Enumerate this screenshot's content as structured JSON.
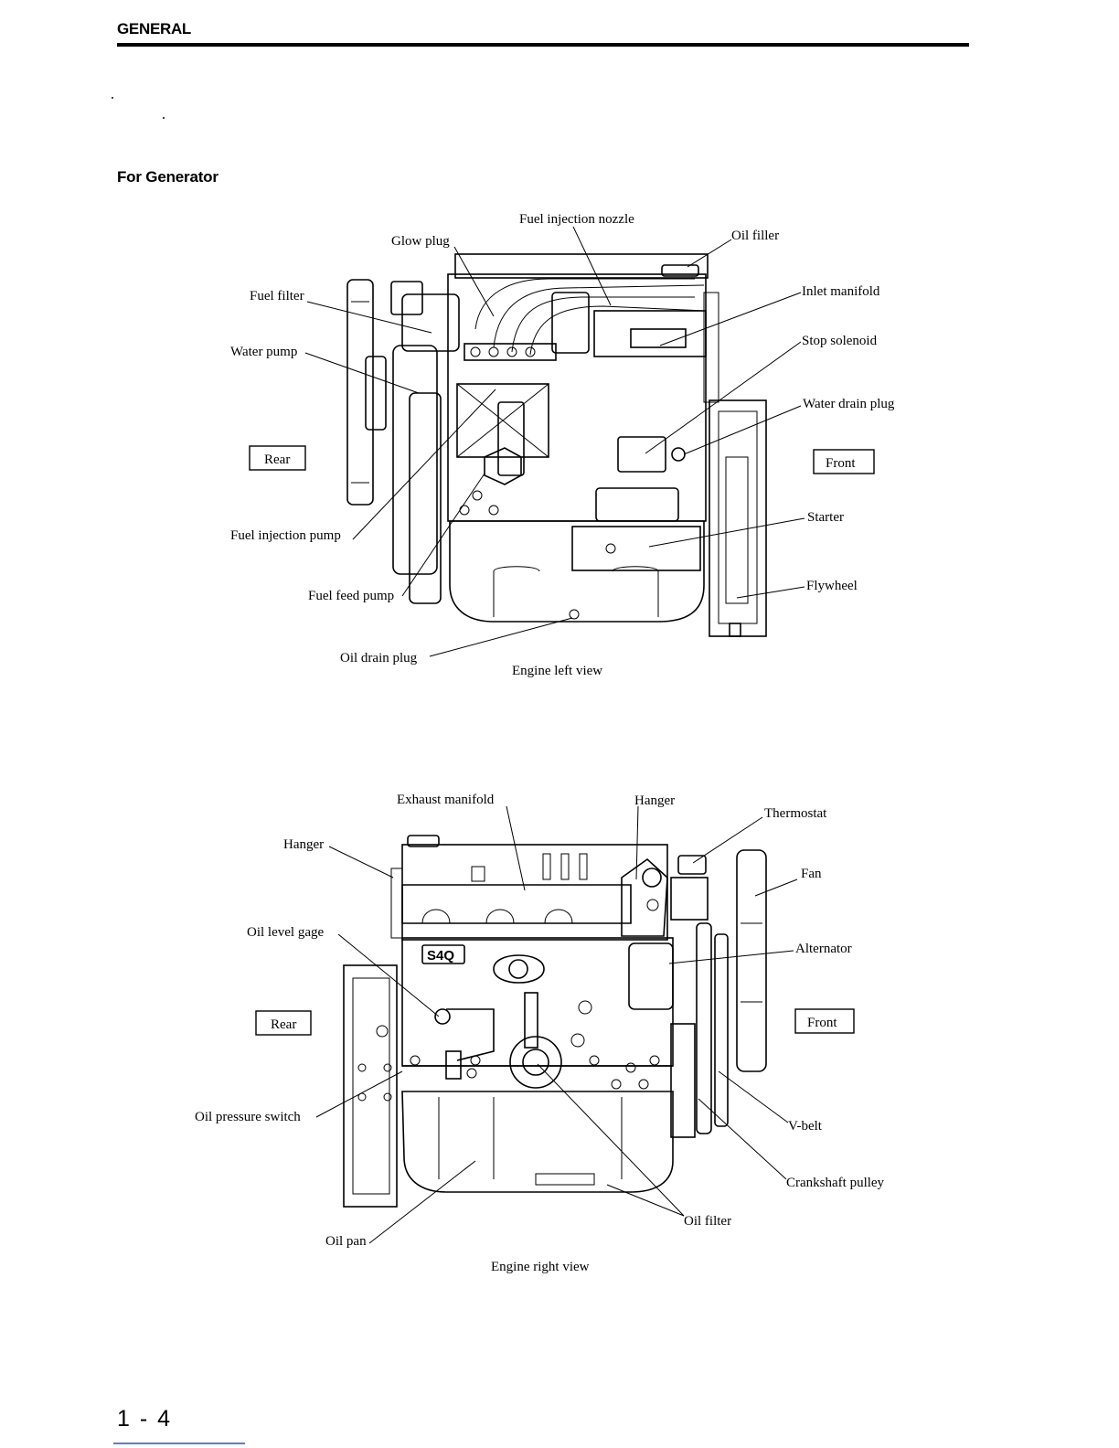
{
  "header": {
    "section": "GENERAL"
  },
  "subtitle": "For Generator",
  "page_number": "1 - 4",
  "left_view": {
    "caption": "Engine left view",
    "rear_label": "Rear",
    "front_label": "Front",
    "labels": {
      "fuel_injection_nozzle": "Fuel injection nozzle",
      "glow_plug": "Glow plug",
      "oil_filler": "Oil filler",
      "fuel_filter": "Fuel filter",
      "inlet_manifold": "Inlet manifold",
      "stop_solenoid": "Stop solenoid",
      "water_pump": "Water pump",
      "water_drain_plug": "Water drain plug",
      "starter": "Starter",
      "fuel_injection_pump": "Fuel injection pump",
      "flywheel": "Flywheel",
      "fuel_feed_pump": "Fuel feed pump",
      "oil_drain_plug": "Oil drain plug"
    }
  },
  "right_view": {
    "caption": "Engine right view",
    "rear_label": "Rear",
    "front_label": "Front",
    "nameplate": "S4Q",
    "labels": {
      "exhaust_manifold": "Exhaust manifold",
      "hanger_top": "Hanger",
      "thermostat": "Thermostat",
      "hanger_left": "Hanger",
      "fan": "Fan",
      "oil_level_gage": "Oil level gage",
      "alternator": "Alternator",
      "oil_pressure_switch": "Oil pressure switch",
      "v_belt": "V-belt",
      "crankshaft_pulley": "Crankshaft pulley",
      "oil_filter": "Oil filter",
      "oil_pan": "Oil pan"
    }
  }
}
